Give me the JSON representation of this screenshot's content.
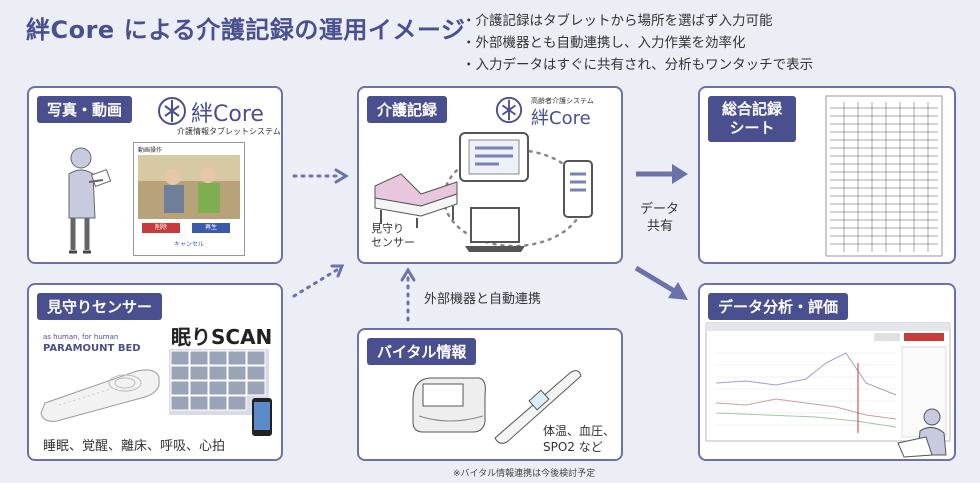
{
  "title": "絆Core による介護記録の運用イメージ",
  "bullets": [
    "・介護記録はタブレットから場所を選ばず入力可能",
    "・外部機器とも自動連携し、入力作業を効率化",
    "・入力データはすぐに共有され、分析もワンタッチで表示"
  ],
  "photo_panel": {
    "tag": "写真・動画",
    "logo_text": "絆Core",
    "logo_sub": "介護情報タブレットシステム",
    "tablet_header": "動画操作",
    "btn_delete": "削除",
    "btn_play": "再生",
    "cancel": "キャンセル"
  },
  "sensor_panel": {
    "tag": "見守りセンサー",
    "brand_small": "as human, for human",
    "brand": "PARAMOUNT BED",
    "product": "眠りSCAN",
    "items": "睡眠、覚醒、離床、呼吸、心拍"
  },
  "care_panel": {
    "tag": "介護記録",
    "logo_sub": "高齢者介護システム",
    "logo_text": "絆Core",
    "sensor_label_1": "見守り",
    "sensor_label_2": "センサー"
  },
  "external_label": "外部機器と自動連携",
  "vital_panel": {
    "tag": "バイタル情報",
    "items_1": "体温、血圧、",
    "items_2": "SPO2 など"
  },
  "vital_note": "※バイタル情報連携は今後検討予定",
  "share_label_1": "データ",
  "share_label_2": "共有",
  "sheet_panel": {
    "tag_1": "総合記録",
    "tag_2": "シート"
  },
  "analysis_panel": {
    "tag": "データ分析・評価"
  },
  "colors": {
    "accent": "#4a4f8f",
    "border": "#6c71aa",
    "arrow": "#6c71aa",
    "background": "#eceef5"
  }
}
